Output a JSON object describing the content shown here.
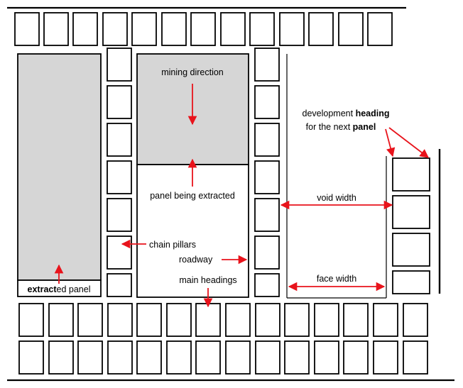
{
  "labels": {
    "mining_direction": "mining direction",
    "panel_being_extracted": "panel being extracted",
    "chain_pillars": "chain pillars",
    "roadway": "roadway",
    "main_headings": "main headings",
    "extracted_panel_bold": "extract",
    "extracted_panel_rest": "ed panel",
    "development_heading_line1_plain": "development ",
    "development_heading_line1_bold": "heading",
    "development_heading_line2_plain": "for the next ",
    "development_heading_line2_bold": "panel",
    "void_width": "void width",
    "face_width": "face width"
  },
  "colors": {
    "arrow": "#e8131b",
    "extracted_fill": "#d6d6d6",
    "outline": "#000000"
  }
}
